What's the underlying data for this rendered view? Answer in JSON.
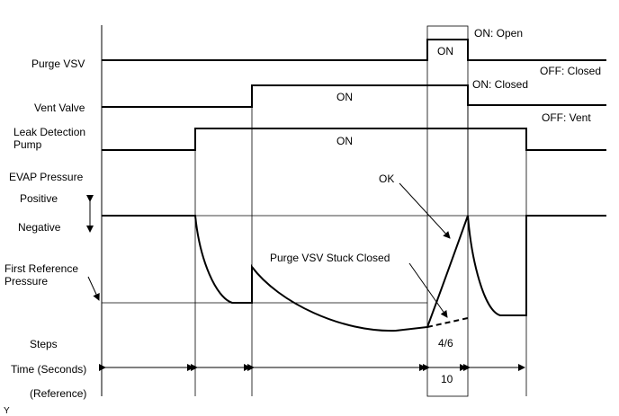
{
  "labels": {
    "purge_vsv": "Purge VSV",
    "vent_valve": "Vent Valve",
    "leak_detection_pump_line1": "Leak Detection",
    "leak_detection_pump_line2": "Pump",
    "evap_pressure": "EVAP Pressure",
    "positive": "Positive",
    "negative": "Negative",
    "first_reference_line1": "First Reference",
    "first_reference_line2": "Pressure",
    "steps": "Steps",
    "time_seconds": "Time (Seconds)",
    "reference": "(Reference)",
    "corner_mark": "Y"
  },
  "signals": {
    "purge_on": "ON",
    "purge_on_state": "ON: Open",
    "purge_off_state": "OFF: Closed",
    "vent_on": "ON",
    "vent_on_state": "ON: Closed",
    "vent_off_state": "OFF: Vent",
    "pump_on": "ON"
  },
  "annotations": {
    "ok": "OK",
    "stuck_closed": "Purge VSV Stuck Closed",
    "steps_value": "4/6",
    "time_value": "10"
  }
}
